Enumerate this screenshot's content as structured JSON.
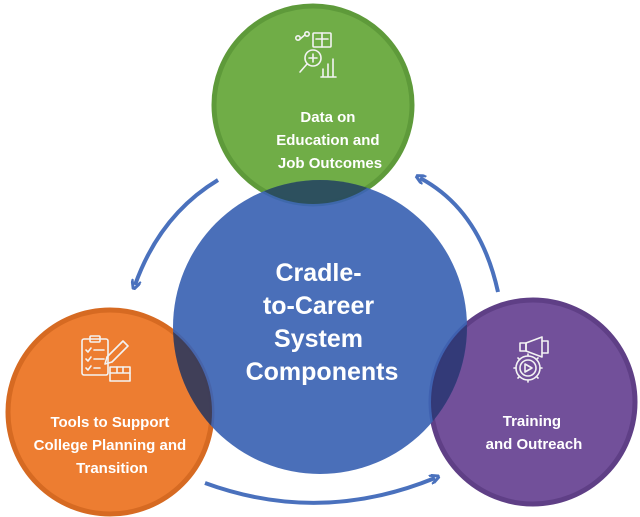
{
  "center": {
    "lines": [
      "Cradle-",
      "to-Career",
      "System",
      "Components"
    ],
    "color": "#4a71bd"
  },
  "nodes": {
    "data": {
      "lines": [
        "Data on",
        "Education and",
        "Job Outcomes"
      ],
      "color": "#70ad47",
      "border": "#5e9a3a",
      "icon": "data-analysis-icon"
    },
    "tools": {
      "lines": [
        "Tools to Support",
        "College Planning and",
        "Transition"
      ],
      "color": "#ed7d31",
      "border": "#d66a22",
      "icon": "checklist-pencil-icon"
    },
    "training": {
      "lines": [
        "Training",
        "and Outreach"
      ],
      "color": "#72509a",
      "border": "#5f3f86",
      "icon": "megaphone-gear-icon"
    }
  },
  "arrow_color": "#4a71bd"
}
